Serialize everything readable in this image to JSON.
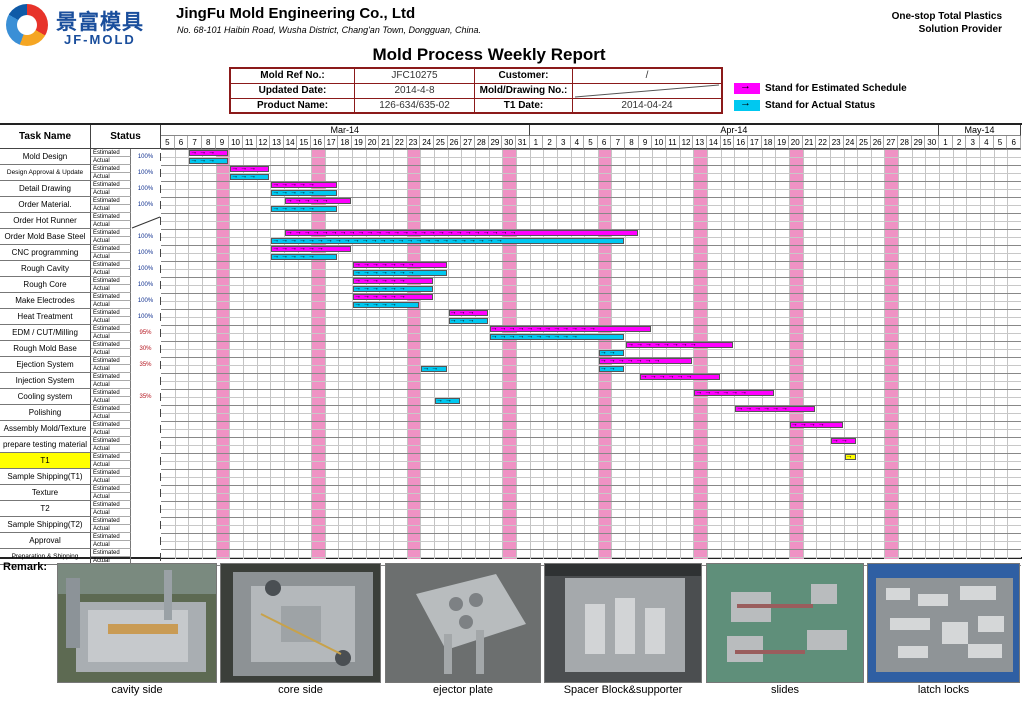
{
  "header": {
    "logo_cn": "景富模具",
    "logo_en": "JF-MOLD",
    "company": "JingFu Mold Engineering Co., Ltd",
    "address": "No. 68-101 Haibin Road, Wusha District, Chang'an Town, Dongguan, China.",
    "tagline_1": "One-stop Total Plastics",
    "tagline_2": "Solution Provider",
    "title": "Mold Process Weekly Report"
  },
  "info": {
    "mold_ref_label": "Mold Ref No.:",
    "mold_ref": "JFC10275",
    "customer_label": "Customer:",
    "customer": "/",
    "updated_label": "Updated Date:",
    "updated": "2014-4-8",
    "drawing_label": "Mold/Drawing No.:",
    "drawing": "",
    "product_label": "Product Name:",
    "product": "126-634/635-02",
    "t1_label": "T1 Date:",
    "t1": "2014-04-24"
  },
  "legend": {
    "estimated": "Stand for Estimated Schedule",
    "actual": "Stand for Actual Status",
    "estimated_color": "#ff00ff",
    "actual_color": "#00c8f0"
  },
  "gantt": {
    "task_header": "Task Name",
    "status_header": "Status",
    "estimated_label": "Estimated",
    "actual_label": "Actual",
    "months": [
      {
        "name": "Mar-14",
        "days": 27
      },
      {
        "name": "Apr-14",
        "days": 30
      },
      {
        "name": "May-14",
        "days": 6
      }
    ],
    "days": [
      "5",
      "6",
      "7",
      "8",
      "9",
      "10",
      "11",
      "12",
      "13",
      "14",
      "15",
      "16",
      "17",
      "18",
      "19",
      "20",
      "21",
      "22",
      "23",
      "24",
      "25",
      "26",
      "27",
      "28",
      "29",
      "30",
      "31",
      "1",
      "2",
      "3",
      "4",
      "5",
      "6",
      "7",
      "8",
      "9",
      "10",
      "11",
      "12",
      "13",
      "14",
      "15",
      "16",
      "17",
      "18",
      "19",
      "20",
      "21",
      "22",
      "23",
      "24",
      "25",
      "26",
      "27",
      "28",
      "29",
      "30",
      "1",
      "2",
      "3",
      "4",
      "5",
      "6"
    ],
    "weekend_day_indices": [
      4,
      11,
      18,
      25,
      32,
      39,
      46,
      53
    ],
    "tasks": [
      {
        "name": "Mold Design",
        "status": "100%",
        "color": "blue",
        "est": [
          [
            2,
            4
          ]
        ],
        "act": [
          [
            2,
            4
          ]
        ]
      },
      {
        "name": "Design Approval & Update",
        "status": "100%",
        "color": "blue",
        "small": true,
        "est": [
          [
            5,
            7
          ]
        ],
        "act": [
          [
            5,
            7
          ]
        ]
      },
      {
        "name": "Detail Drawing",
        "status": "100%",
        "color": "blue",
        "est": [
          [
            8,
            12
          ]
        ],
        "act": [
          [
            8,
            12
          ]
        ]
      },
      {
        "name": "Order Material.",
        "status": "100%",
        "color": "blue",
        "est": [
          [
            9,
            13
          ]
        ],
        "act": [
          [
            8,
            12
          ]
        ]
      },
      {
        "name": "Order Hot Runner",
        "status": "",
        "color": "blue",
        "slash": true,
        "est": [],
        "act": []
      },
      {
        "name": "Order Mold Base Steel",
        "status": "100%",
        "color": "blue",
        "est": [
          [
            9,
            34
          ]
        ],
        "act": [
          [
            8,
            33
          ]
        ]
      },
      {
        "name": "CNC programming",
        "status": "100%",
        "color": "blue",
        "est": [
          [
            8,
            13
          ]
        ],
        "act": [
          [
            8,
            12
          ]
        ]
      },
      {
        "name": "Rough Cavity",
        "status": "100%",
        "color": "blue",
        "est": [
          [
            14,
            20
          ]
        ],
        "act": [
          [
            14,
            20
          ]
        ]
      },
      {
        "name": "Rough Core",
        "status": "100%",
        "color": "blue",
        "est": [
          [
            14,
            19
          ]
        ],
        "act": [
          [
            14,
            19
          ]
        ]
      },
      {
        "name": "Make Electrodes",
        "status": "100%",
        "color": "blue",
        "est": [
          [
            14,
            19
          ]
        ],
        "act": [
          [
            14,
            18
          ]
        ]
      },
      {
        "name": "Heat Treatment",
        "status": "100%",
        "color": "blue",
        "est": [
          [
            21,
            23
          ]
        ],
        "act": [
          [
            21,
            23
          ]
        ]
      },
      {
        "name": "EDM / CUT/Milling",
        "status": "95%",
        "color": "red",
        "est": [
          [
            24,
            35
          ]
        ],
        "act": [
          [
            24,
            33
          ]
        ]
      },
      {
        "name": "Rough Mold Base",
        "status": "30%",
        "color": "red",
        "est": [
          [
            34,
            41
          ]
        ],
        "act": [
          [
            32,
            33
          ]
        ]
      },
      {
        "name": "Ejection System",
        "status": "35%",
        "color": "red",
        "est": [
          [
            32,
            38
          ]
        ],
        "act": [
          [
            19,
            20
          ],
          [
            32,
            33
          ]
        ]
      },
      {
        "name": "Injection System",
        "status": "",
        "color": "red",
        "est": [
          [
            35,
            40
          ]
        ],
        "act": []
      },
      {
        "name": "Cooling system",
        "status": "35%",
        "color": "red",
        "est": [
          [
            39,
            44
          ]
        ],
        "act": [
          [
            20,
            21
          ]
        ]
      },
      {
        "name": "Polishing",
        "status": "",
        "color": "red",
        "est": [
          [
            42,
            47
          ]
        ],
        "act": []
      },
      {
        "name": "Assembly Mold/Texture",
        "status": "",
        "color": "red",
        "est": [
          [
            46,
            49
          ]
        ],
        "act": []
      },
      {
        "name": "prepare testing material",
        "status": "",
        "color": "red",
        "est": [
          [
            49,
            50
          ]
        ],
        "act": []
      },
      {
        "name": "T1",
        "status": "",
        "color": "red",
        "highlight": true,
        "est": [
          [
            50,
            50
          ]
        ],
        "act": [],
        "yellow": true
      },
      {
        "name": "Sample Shipping(T1)",
        "status": "",
        "color": "red",
        "est": [],
        "act": []
      },
      {
        "name": "Texture",
        "status": "",
        "color": "red",
        "est": [],
        "act": []
      },
      {
        "name": "T2",
        "status": "",
        "color": "red",
        "est": [],
        "act": []
      },
      {
        "name": "Sample Shipping(T2)",
        "status": "",
        "color": "red",
        "est": [],
        "act": []
      },
      {
        "name": "Approval",
        "status": "",
        "color": "red",
        "est": [],
        "act": []
      },
      {
        "name": "Preparation & Shipping",
        "status": "",
        "color": "red",
        "small": true,
        "est": [],
        "act": []
      }
    ]
  },
  "remark": {
    "label": "Remark:",
    "photos": [
      {
        "caption": "cavity side"
      },
      {
        "caption": "core side"
      },
      {
        "caption": "ejector plate"
      },
      {
        "caption": "Spacer Block&supporter"
      },
      {
        "caption": "slides"
      },
      {
        "caption": "latch locks"
      }
    ]
  }
}
